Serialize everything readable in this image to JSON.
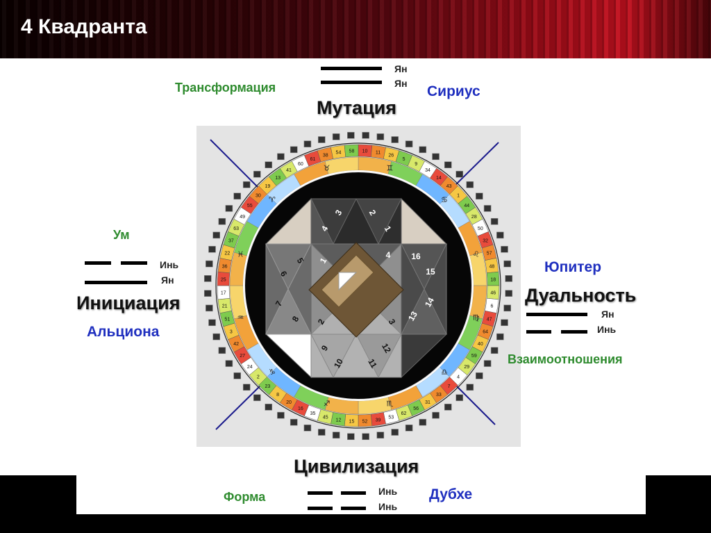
{
  "title": "4 Квадранта",
  "quadrants": {
    "top": {
      "name": "Мутация",
      "quality": "Трансформация",
      "star": "Сириус",
      "lines": [
        "Ян",
        "Ян"
      ]
    },
    "left": {
      "name": "Инициация",
      "quality": "Ум",
      "star": "Альциона",
      "lines": [
        "Инь",
        "Ян"
      ]
    },
    "right": {
      "name": "Дуальность",
      "quality": "Взаимоотношения",
      "star": "Юпитер",
      "lines": [
        "Ян",
        "Инь"
      ]
    },
    "bottom": {
      "name": "Цивилизация",
      "quality": "Форма",
      "star": "Дубхе",
      "lines": [
        "Инь",
        "Инь"
      ]
    }
  },
  "wheel": {
    "gates_clockwise_from_top": [
      "10",
      "11",
      "26",
      "5",
      "9",
      "34",
      "14",
      "43",
      "1",
      "44",
      "28",
      "50",
      "32",
      "57",
      "48",
      "18",
      "46",
      "6",
      "47",
      "64",
      "40",
      "59",
      "29",
      "4",
      "7",
      "33",
      "31",
      "56",
      "62",
      "53",
      "39",
      "52",
      "15",
      "12",
      "45",
      "35",
      "16",
      "20",
      "8",
      "23",
      "2",
      "24",
      "27",
      "42",
      "3",
      "51",
      "21",
      "17",
      "25",
      "36",
      "22",
      "37",
      "63",
      "49",
      "55",
      "30",
      "19",
      "13",
      "41",
      "60",
      "61",
      "38",
      "54",
      "58"
    ],
    "zodiac_glyphs": [
      "♊",
      "♋",
      "♌",
      "♍",
      "♎",
      "♏",
      "♐",
      "♑",
      "♒",
      "♓",
      "♈",
      "♉"
    ]
  },
  "bodygraph": {
    "top_triangles": [
      "4",
      "3",
      "2",
      "1"
    ],
    "left_triangles": [
      "5",
      "6",
      "7",
      "8"
    ],
    "right_triangles": [
      "4",
      "16",
      "15",
      "14",
      "13"
    ],
    "bottom_triangles": [
      "9",
      "10",
      "11",
      "12"
    ],
    "inner_labels": [
      "1",
      "2",
      "3"
    ]
  },
  "colors": {
    "accent_red": "#c4111f",
    "label_green": "#2e8b2e",
    "label_blue": "#1f2fbf"
  }
}
